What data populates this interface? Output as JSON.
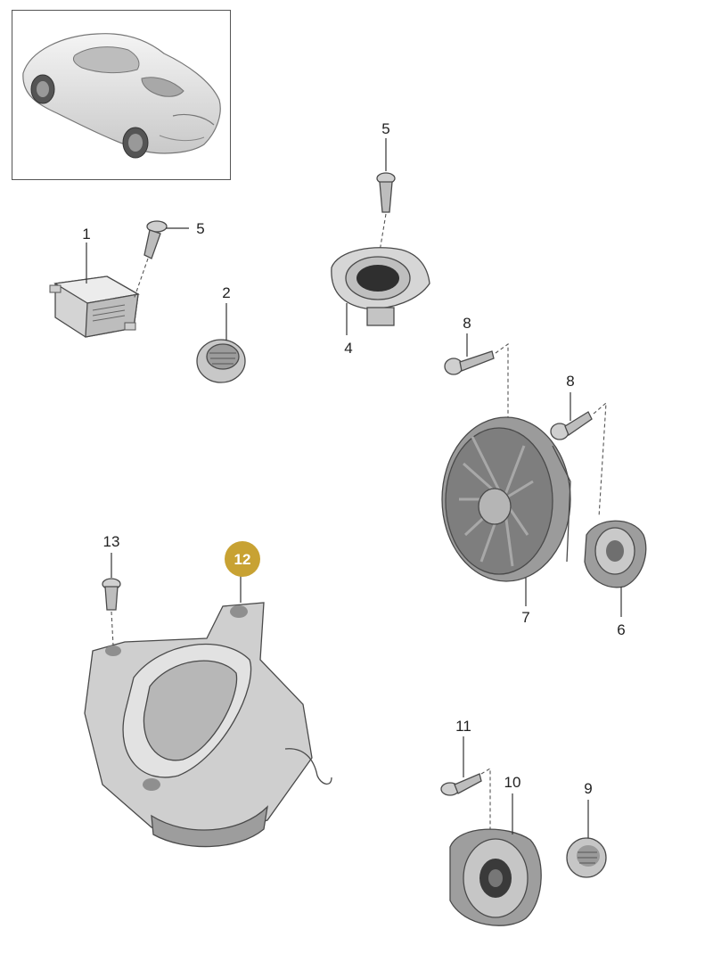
{
  "callouts": [
    {
      "id": "c1",
      "text": "1"
    },
    {
      "id": "c2",
      "text": "2"
    },
    {
      "id": "c4",
      "text": "4"
    },
    {
      "id": "c5a",
      "text": "5"
    },
    {
      "id": "c5b",
      "text": "5"
    },
    {
      "id": "c6",
      "text": "6"
    },
    {
      "id": "c7",
      "text": "7"
    },
    {
      "id": "c8a",
      "text": "8"
    },
    {
      "id": "c8b",
      "text": "8"
    },
    {
      "id": "c9",
      "text": "9"
    },
    {
      "id": "c10",
      "text": "10"
    },
    {
      "id": "c11",
      "text": "11"
    },
    {
      "id": "c12",
      "text": "12"
    },
    {
      "id": "c13",
      "text": "13"
    }
  ],
  "highlight": {
    "callout": "12",
    "color": "#c8a233"
  },
  "colors": {
    "part_fill": "#d8d8d8",
    "part_dark": "#9a9a9a",
    "part_light": "#eeeeee",
    "line": "#333333"
  }
}
